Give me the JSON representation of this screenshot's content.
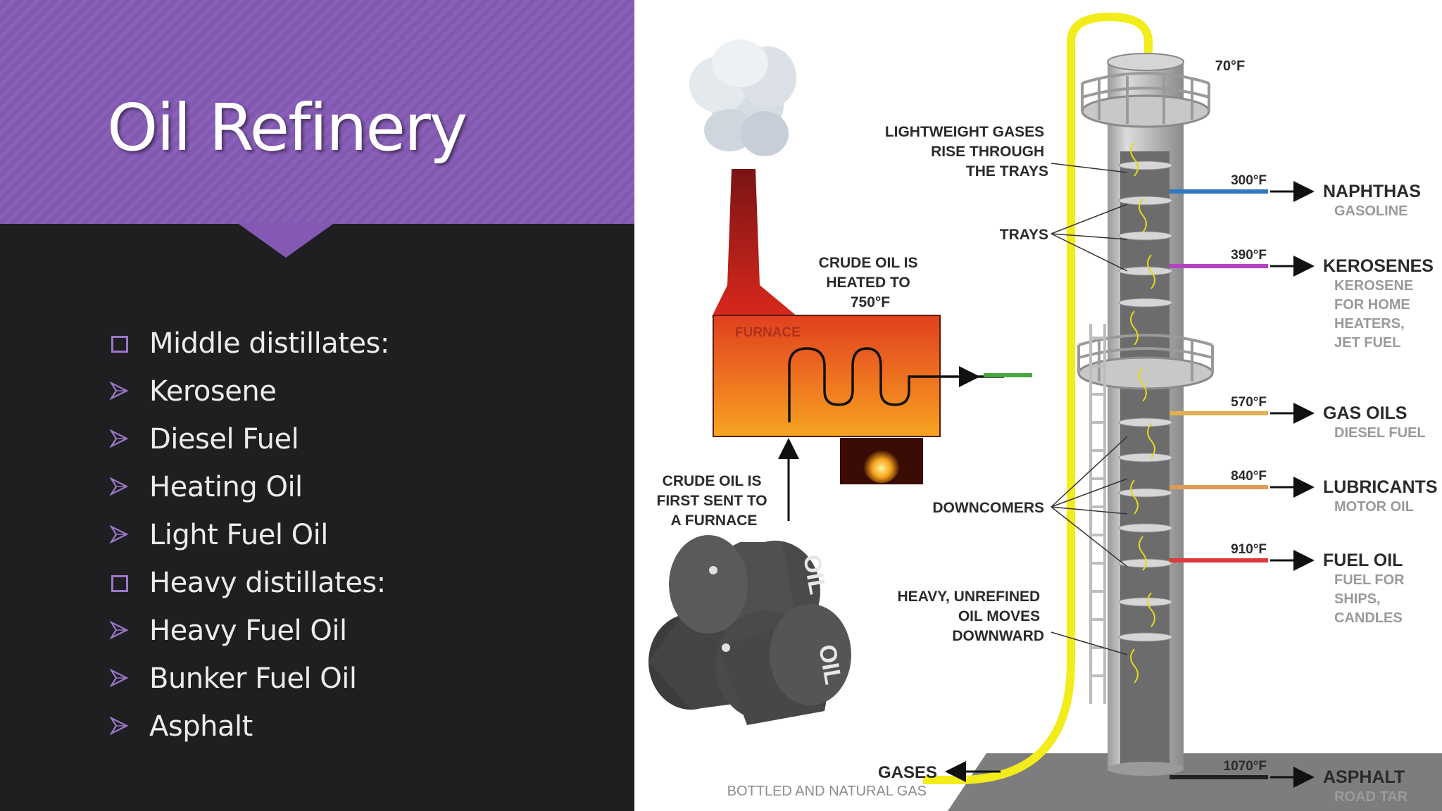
{
  "slide": {
    "title": "Oil Refinery",
    "bullets": [
      {
        "text": "Middle distillates:",
        "marker": "square-bullet-icon"
      },
      {
        "text": "Kerosene",
        "marker": "arrow-bullet-icon"
      },
      {
        "text": "Diesel Fuel",
        "marker": "arrow-bullet-icon"
      },
      {
        "text": "Heating Oil",
        "marker": "arrow-bullet-icon"
      },
      {
        "text": "Light Fuel Oil",
        "marker": "arrow-bullet-icon"
      },
      {
        "text": "Heavy distillates:",
        "marker": "square-bullet-icon"
      },
      {
        "text": "Heavy Fuel Oil",
        "marker": "arrow-bullet-icon"
      },
      {
        "text": "Bunker Fuel Oil",
        "marker": "arrow-bullet-icon"
      },
      {
        "text": "Asphalt",
        "marker": "arrow-bullet-icon"
      }
    ],
    "colors": {
      "title_band": "#8459b3",
      "background": "#1f1e21",
      "bullet_marker": "#9c78c9"
    }
  },
  "diagram": {
    "callouts": {
      "lightweight": [
        "LIGHTWEIGHT GASES",
        "RISE THROUGH",
        "THE TRAYS"
      ],
      "trays": "TRAYS",
      "heated": [
        "CRUDE OIL IS",
        "HEATED TO",
        "750°F"
      ],
      "furnace": "FURNACE",
      "sent": [
        "CRUDE OIL IS",
        "FIRST SENT TO",
        "A FURNACE"
      ],
      "downcomers": "DOWNCOMERS",
      "heavy": [
        "HEAVY, UNREFINED",
        "OIL MOVES",
        "DOWNWARD"
      ],
      "gases": "GASES",
      "gases_sub": "BOTTLED AND NATURAL GAS",
      "barrel_label": "OIL",
      "top_temp": "70°F"
    },
    "products": [
      {
        "temp": "300°F",
        "name": "NAPHTHAS",
        "sub": [
          "GASOLINE"
        ],
        "color": "#2f78c4"
      },
      {
        "temp": "390°F",
        "name": "KEROSENES",
        "sub": [
          "KEROSENE",
          "FOR HOME",
          "HEATERS,",
          "JET FUEL"
        ],
        "color": "#b443c4"
      },
      {
        "temp": "570°F",
        "name": "GAS OILS",
        "sub": [
          "DIESEL FUEL"
        ],
        "color": "#e3b050"
      },
      {
        "temp": "840°F",
        "name": "LUBRICANTS",
        "sub": [
          "MOTOR OIL"
        ],
        "color": "#e09a55"
      },
      {
        "temp": "910°F",
        "name": "FUEL OIL",
        "sub": [
          "FUEL FOR",
          "SHIPS,",
          "CANDLES"
        ],
        "color": "#e0383a"
      },
      {
        "temp": "1070°F",
        "name": "ASPHALT",
        "sub": [
          "ROAD TAR"
        ],
        "color": "#222222"
      }
    ]
  }
}
